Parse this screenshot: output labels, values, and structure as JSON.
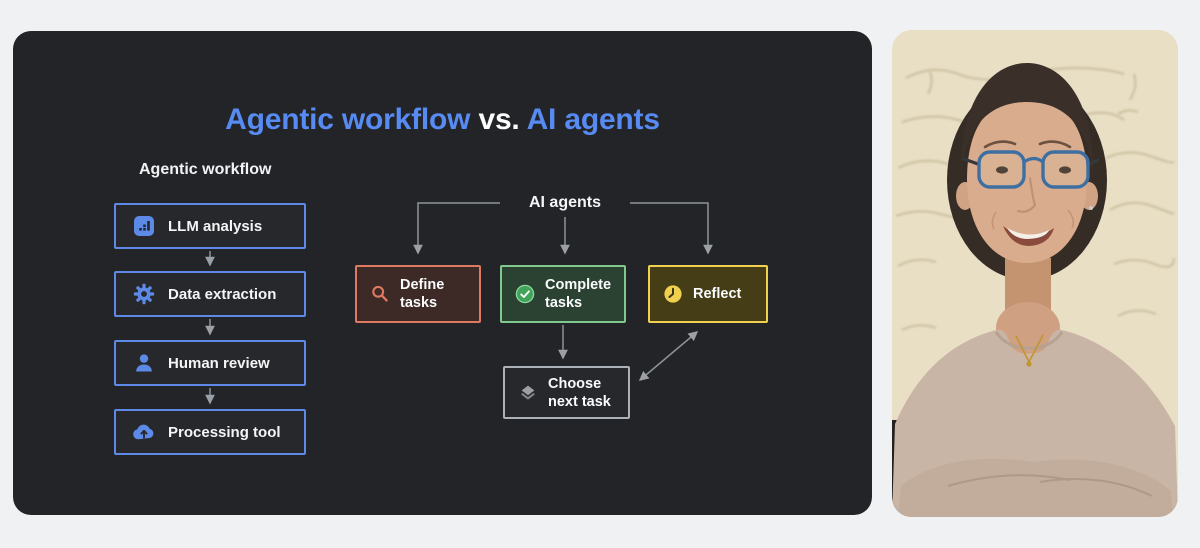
{
  "page": {
    "background_color": "#F0F1F3"
  },
  "slide": {
    "background_color": "#222427",
    "title": {
      "part_workflow": "Agentic workflow",
      "part_vs": " vs. ",
      "part_agents": "AI agents",
      "accent_color": "#578BF2",
      "vs_color": "#FFFFFF"
    },
    "workflow": {
      "heading": "Agentic workflow",
      "accent_color": "#5C8AE6",
      "steps": [
        {
          "label": "LLM analysis",
          "icon": "bar-chart-icon"
        },
        {
          "label": "Data extraction",
          "icon": "gear-icon"
        },
        {
          "label": "Human review",
          "icon": "person-icon"
        },
        {
          "label": "Processing tool",
          "icon": "cloud-upload-icon"
        }
      ]
    },
    "agents": {
      "heading": "AI agents",
      "connector_color": "#9BA0A6",
      "nodes": [
        {
          "label": "Define tasks",
          "icon": "search-icon",
          "border_color": "#DE7962",
          "background_color": "#3D2925",
          "icon_color": "#DE7962"
        },
        {
          "label": "Complete tasks",
          "icon": "check-circle-icon",
          "border_color": "#7FC98F",
          "background_color": "#2B4233",
          "icon_color": "#3FA35A"
        },
        {
          "label": "Reflect",
          "icon": "clock-icon",
          "border_color": "#F2D04F",
          "background_color": "#453D16",
          "icon_color": "#F2D04F"
        },
        {
          "label": "Choose next task",
          "icon": "layers-icon",
          "border_color": "#ACB1B7",
          "background_color": "#26282B",
          "icon_color": "#9AA0A6"
        }
      ]
    }
  },
  "video_panel": {
    "description": "Presenter speaking on camera",
    "background_color": "#E9DFC4"
  }
}
